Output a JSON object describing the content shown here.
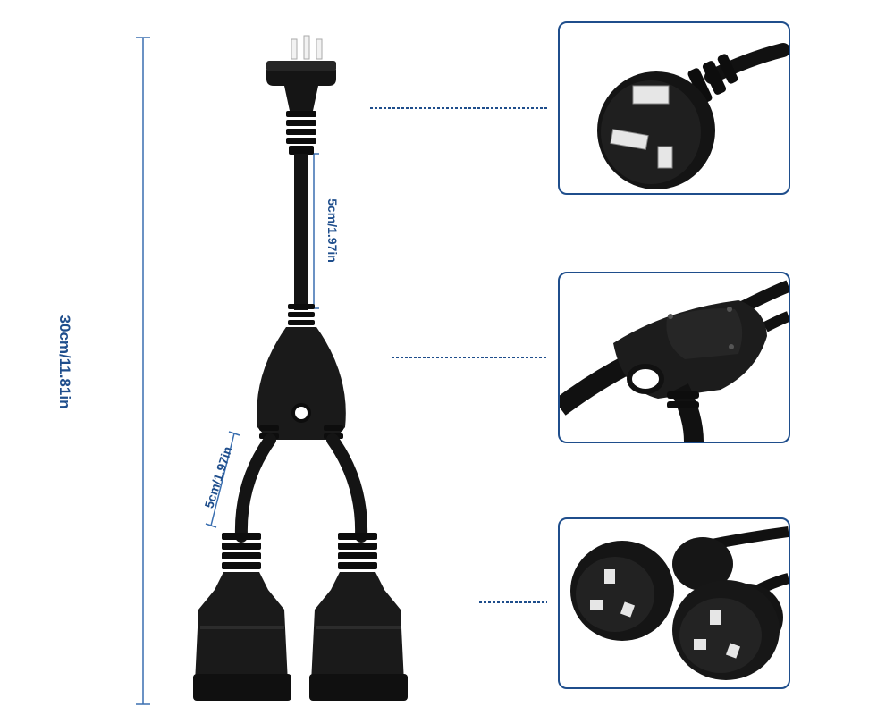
{
  "image": {
    "subject": "Y-splitter power cord",
    "dimensions": {
      "total_length": "30cm/11.81in",
      "plug_cable": "5cm/1.97in",
      "split_cable": "5cm/1.97in"
    },
    "detail_panels": [
      {
        "depicts": "plug"
      },
      {
        "depicts": "splitter"
      },
      {
        "depicts": "sockets"
      }
    ]
  }
}
